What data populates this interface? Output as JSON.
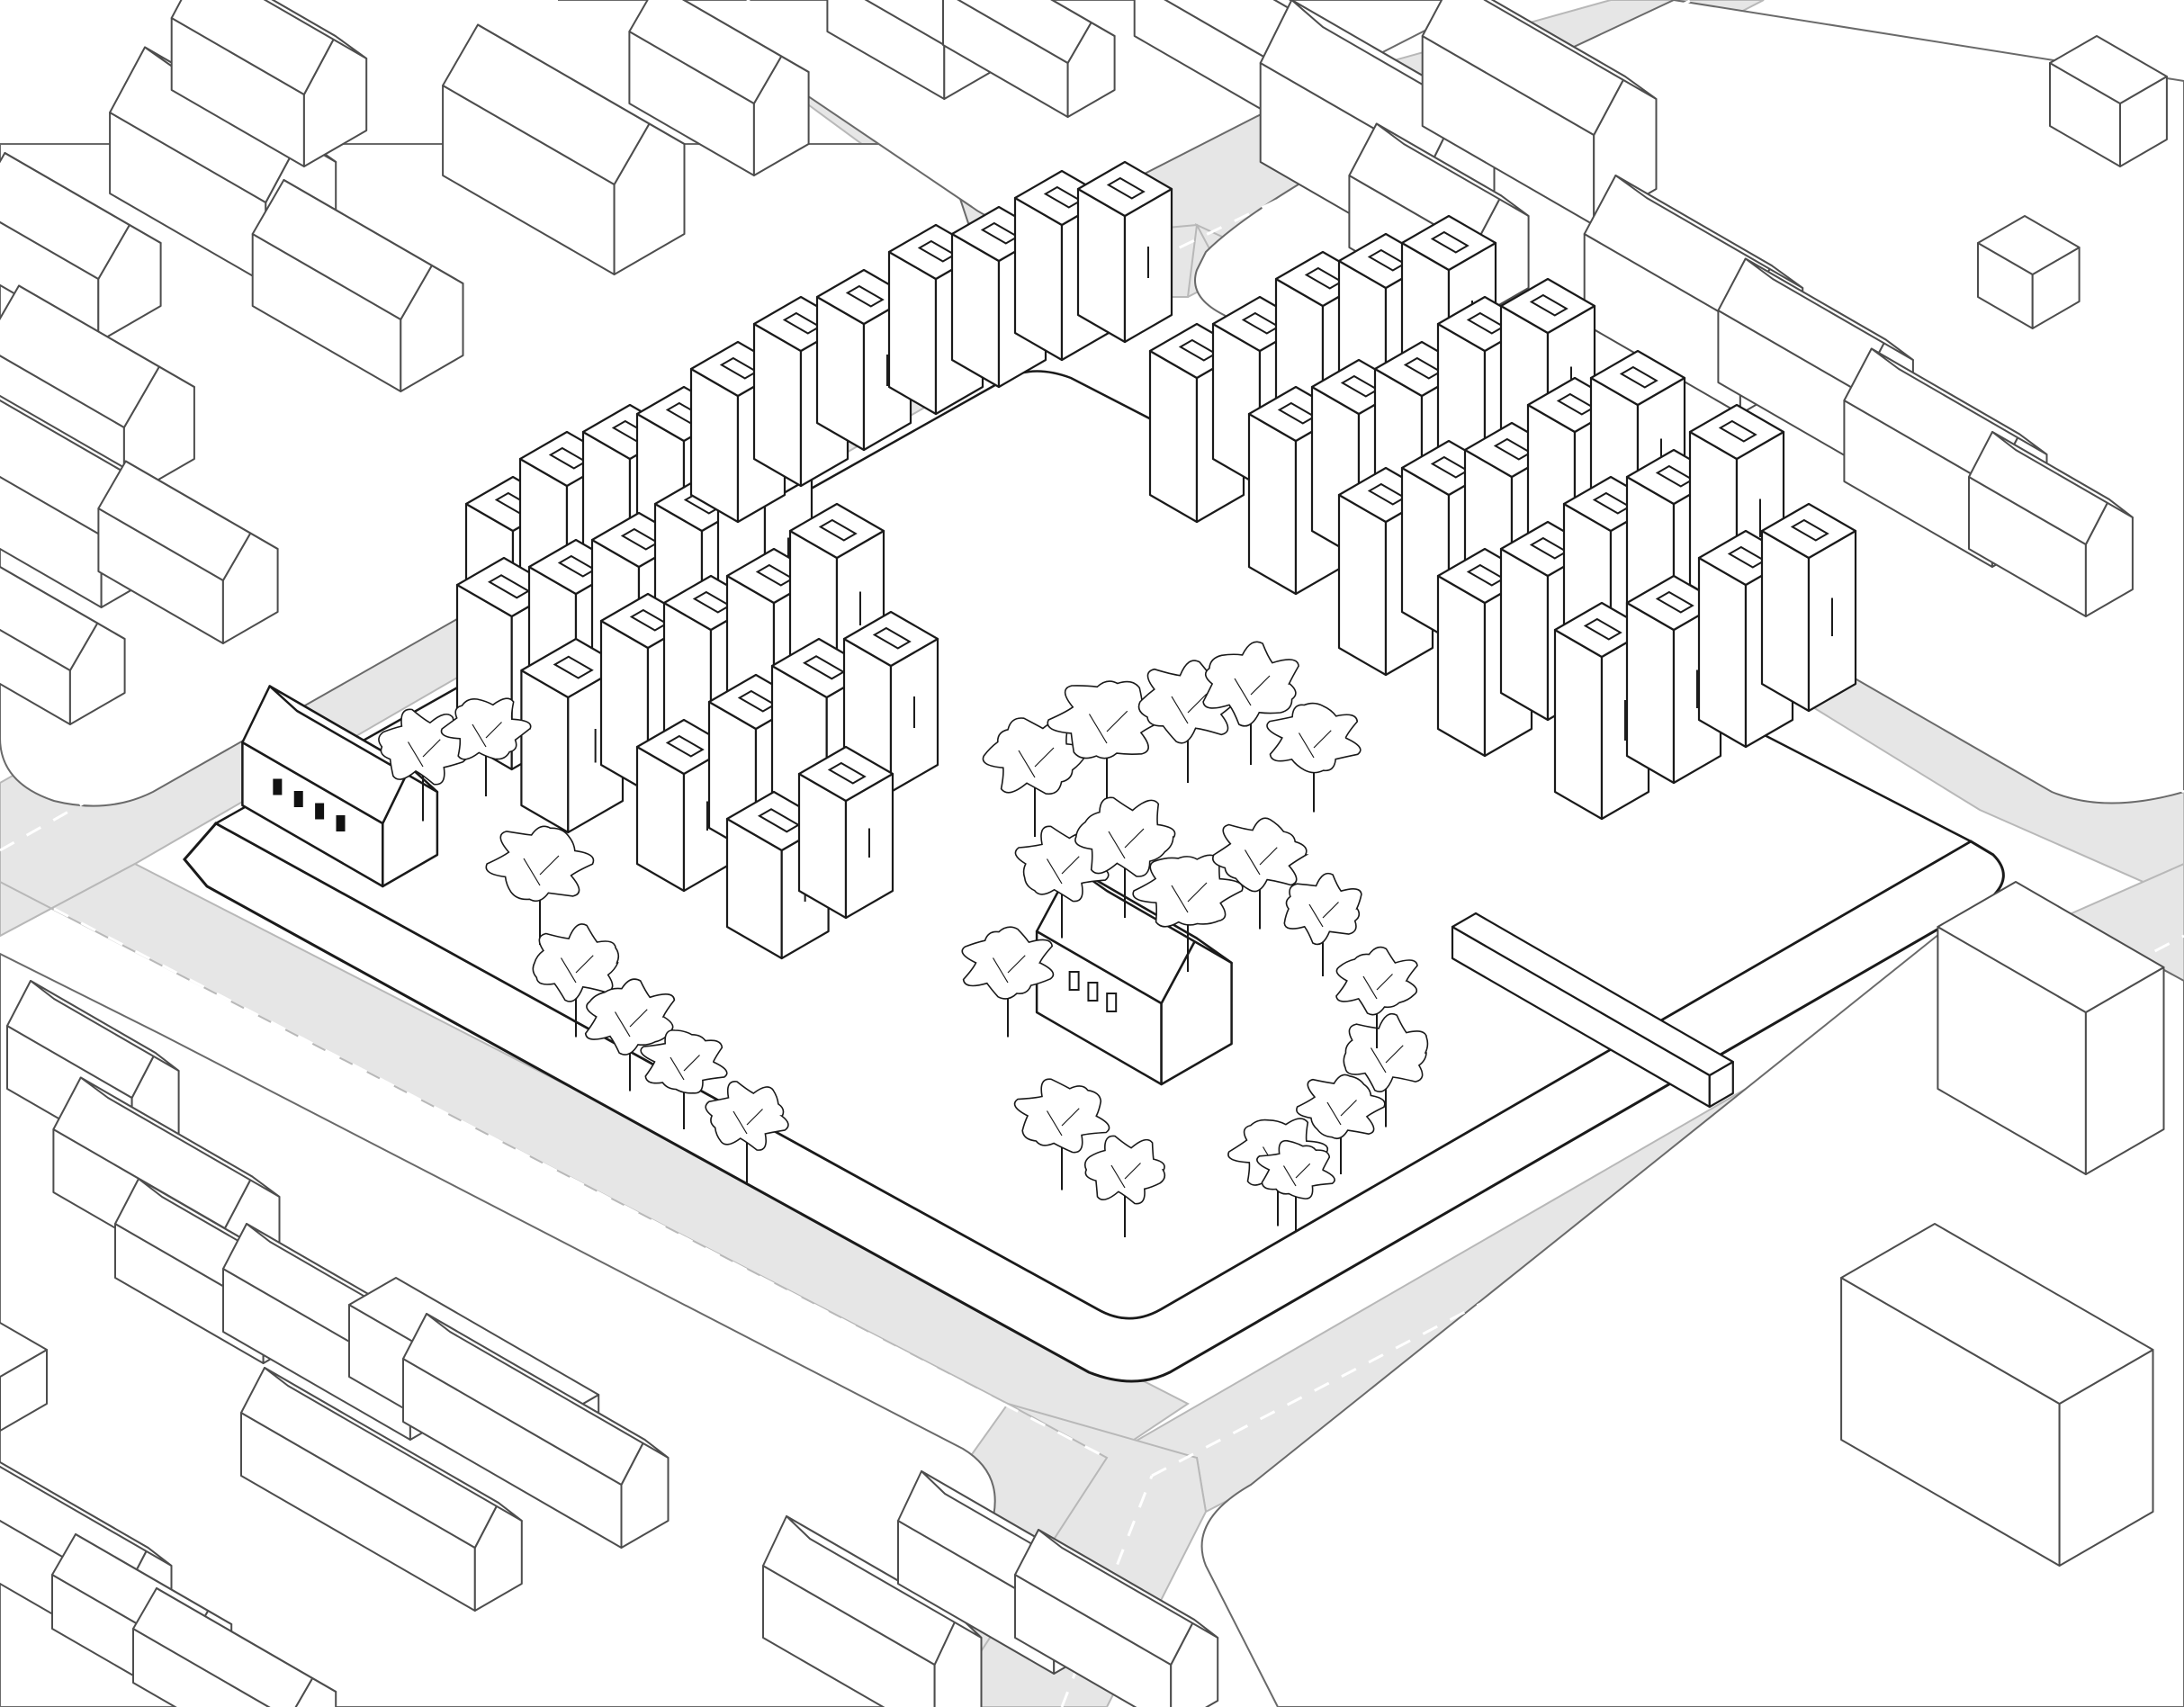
{
  "diagram": {
    "kind": "isometric-site-axonometric",
    "labels": [],
    "colors": {
      "background": "#ffffff",
      "street": "#e6e6e6",
      "lane_marking": "#ffffff",
      "outline": "#1a1a1a",
      "context_outline": "#4d4d4d",
      "building_fill": "#ffffff",
      "window_fill": "#111111"
    },
    "elements": {
      "context_buildings": "context-house-block",
      "focus_complex": "residential-cluster",
      "trees": "tree-canopy",
      "heritage_houses": "existing-gable-house"
    }
  }
}
